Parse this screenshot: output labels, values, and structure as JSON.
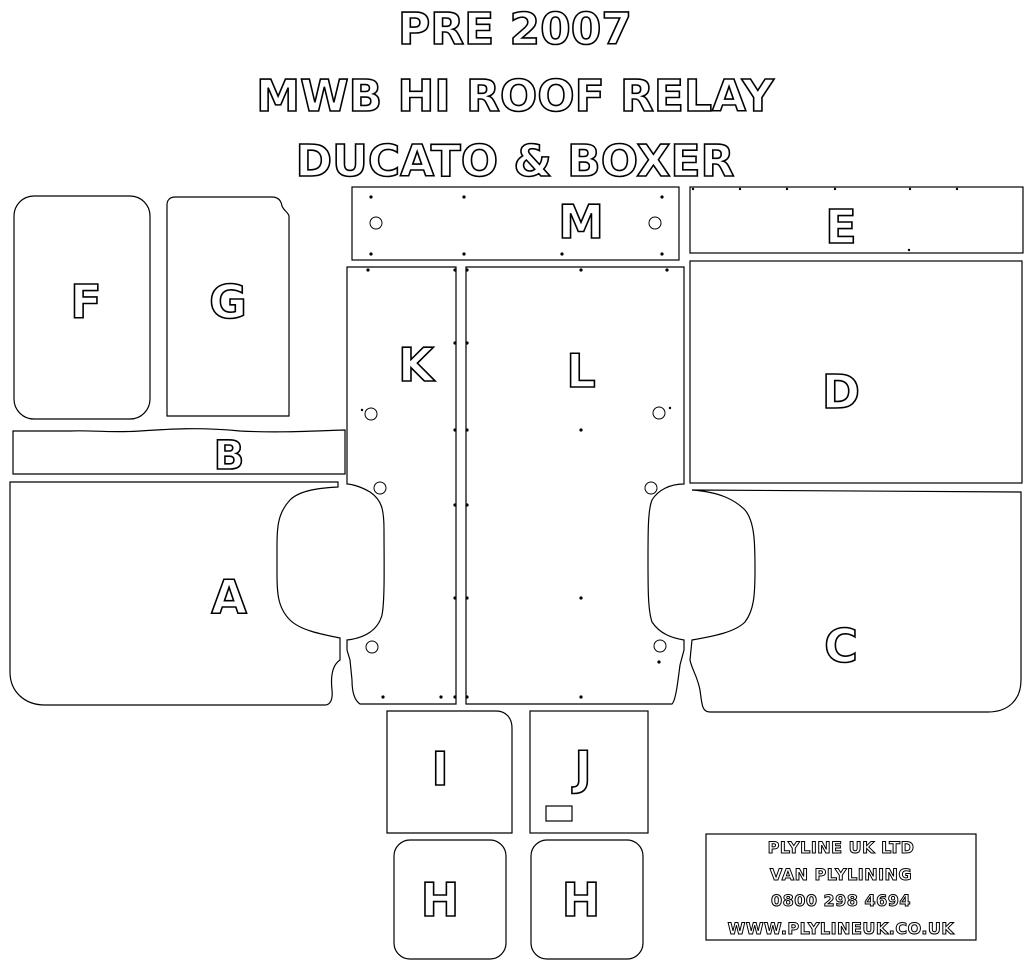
{
  "title": {
    "line1": "PRE 2007",
    "line2": "MWB HI ROOF RELAY",
    "line3": "DUCATO & BOXER"
  },
  "panels": {
    "A": "A",
    "B": "B",
    "C": "C",
    "D": "D",
    "E": "E",
    "F": "F",
    "G": "G",
    "H1": "H",
    "H2": "H",
    "I": "I",
    "J": "J",
    "K": "K",
    "L": "L",
    "M": "M"
  },
  "info_box": {
    "company": "PLYLINE UK LTD",
    "service": "VAN PLYLINING",
    "phone": "0800 298 4694",
    "website": "WWW.PLYLINEUK.CO.UK"
  },
  "colors": {
    "stroke": "#000000",
    "fill": "#ffffff"
  }
}
